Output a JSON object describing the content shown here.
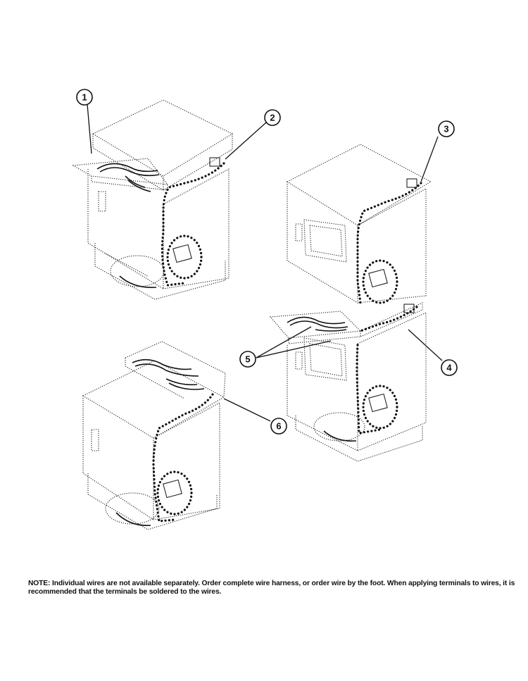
{
  "callouts": {
    "c1": "1",
    "c2": "2",
    "c3": "3",
    "c4": "4",
    "c5": "5",
    "c6": "6"
  },
  "note": {
    "text": "NOTE: Individual wires are not available separately. Order complete wire harness, or order wire by the foot. When applying terminals to wires, it is recommended that the terminals be soldered to the wires."
  }
}
